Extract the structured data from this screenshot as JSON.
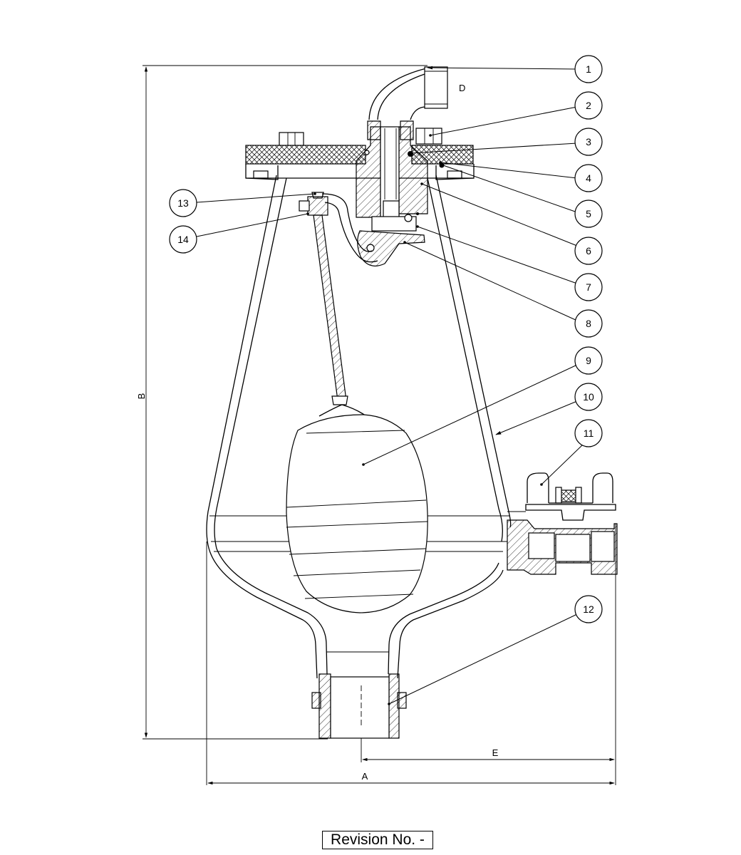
{
  "balloons": [
    "1",
    "2",
    "3",
    "4",
    "5",
    "6",
    "7",
    "8",
    "9",
    "10",
    "11",
    "12",
    "13",
    "14"
  ],
  "dimensions": {
    "A": "A",
    "B": "B",
    "E": "E",
    "D": "D"
  },
  "revision_label": "Revision No. -"
}
